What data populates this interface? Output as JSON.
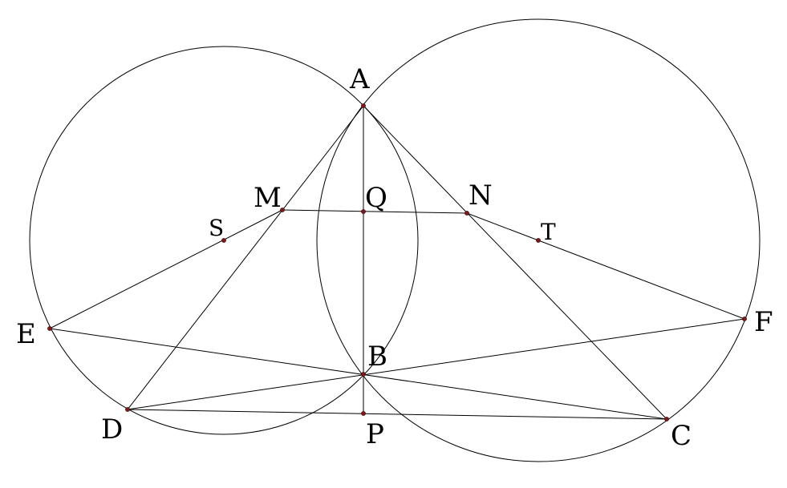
{
  "colors": {
    "background": "#ffffff",
    "stroke": "#000000",
    "point": "#7a1a1a"
  },
  "labels": {
    "A": "A",
    "B": "B",
    "C": "C",
    "D": "D",
    "E": "E",
    "F": "F",
    "M": "M",
    "N": "N",
    "P": "P",
    "Q": "Q",
    "S": "S",
    "T": "T"
  }
}
